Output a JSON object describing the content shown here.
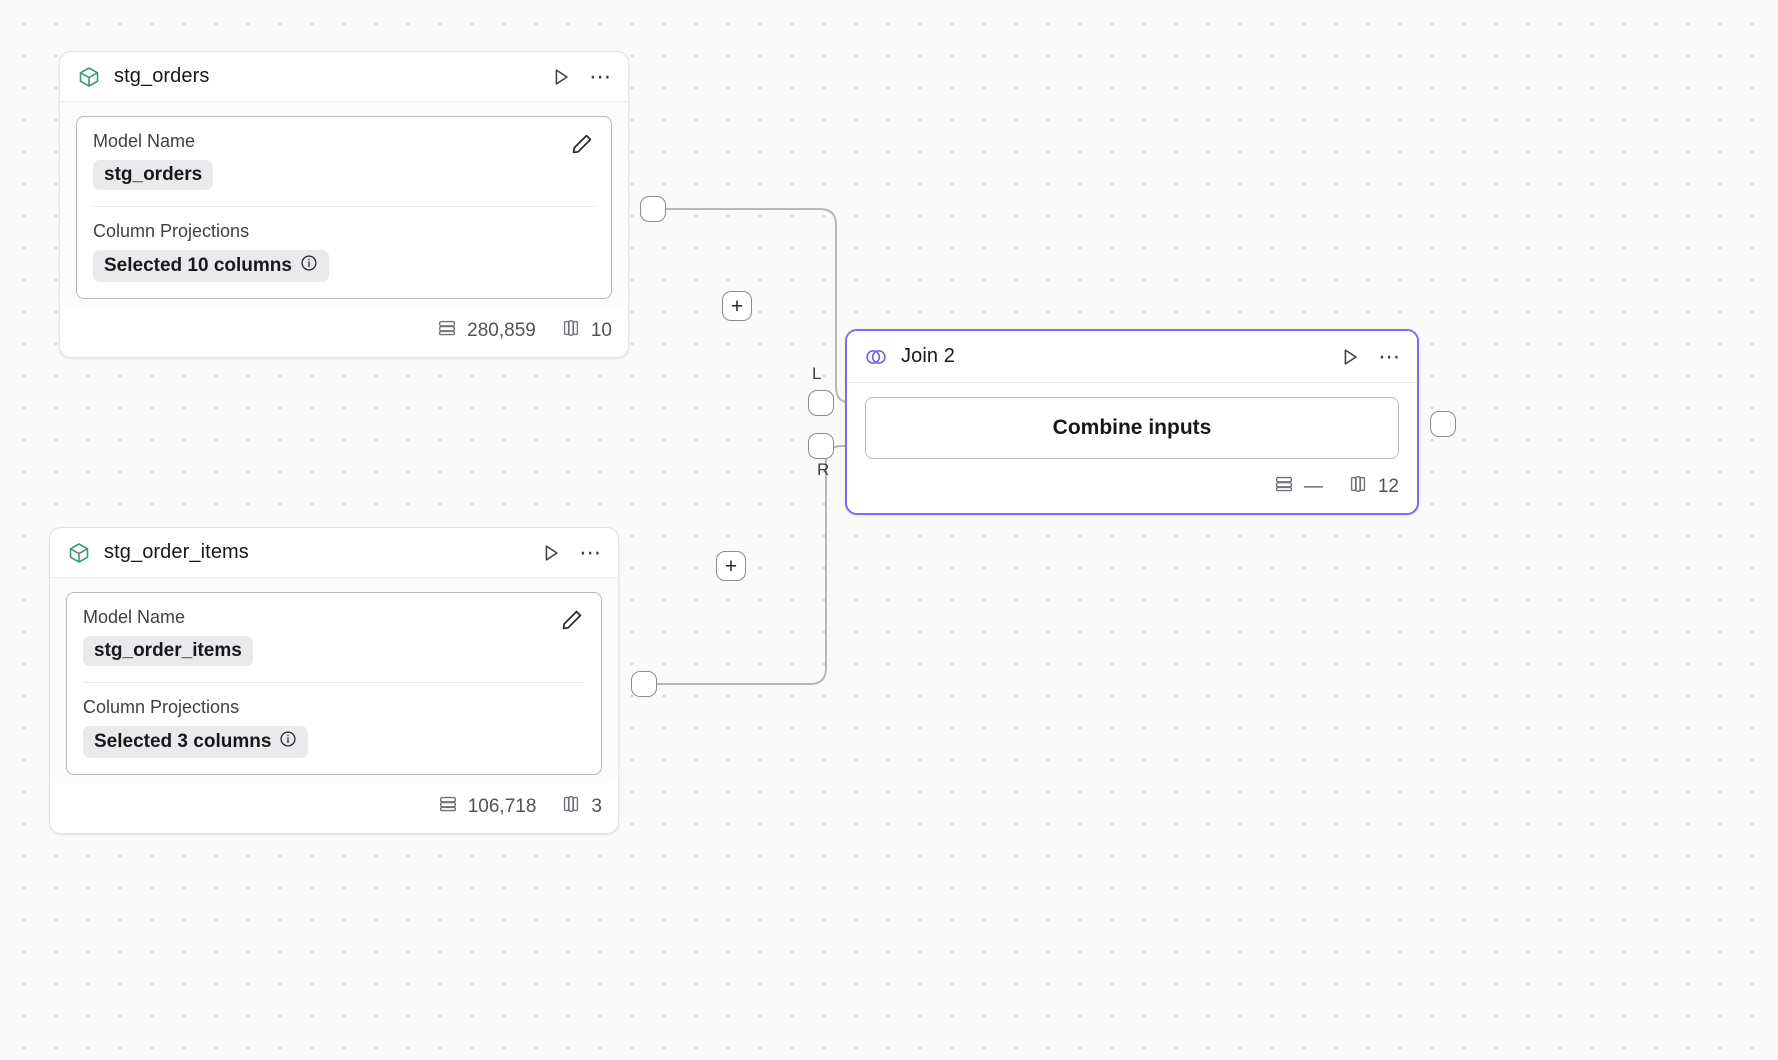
{
  "canvas": {
    "background_color": "#fafafa",
    "dot_color": "#d4d4d8"
  },
  "nodes": [
    {
      "id": "stg_orders",
      "type": "model",
      "icon": "cube-icon",
      "icon_color": "#3d9970",
      "title": "stg_orders",
      "fields": {
        "model_name_label": "Model Name",
        "model_name_value": "stg_orders",
        "column_projections_label": "Column Projections",
        "column_projections_value": "Selected 10 columns"
      },
      "footer": {
        "rows": "280,859",
        "columns": "10"
      },
      "actions": {
        "run": "run-icon",
        "more": "more-options-icon",
        "edit": "edit-pencil-icon",
        "info": "info-icon"
      }
    },
    {
      "id": "stg_order_items",
      "type": "model",
      "icon": "cube-icon",
      "icon_color": "#3d9970",
      "title": "stg_order_items",
      "fields": {
        "model_name_label": "Model Name",
        "model_name_value": "stg_order_items",
        "column_projections_label": "Column Projections",
        "column_projections_value": "Selected 3 columns"
      },
      "footer": {
        "rows": "106,718",
        "columns": "3"
      },
      "actions": {
        "run": "run-icon",
        "more": "more-options-icon",
        "edit": "edit-pencil-icon",
        "info": "info-icon"
      }
    },
    {
      "id": "join_2",
      "type": "join",
      "icon": "venn-join-icon",
      "icon_color": "#6c5ce7",
      "selected": true,
      "border_color": "#7c6cf0",
      "title": "Join 2",
      "fields": {
        "combine_label": "Combine inputs"
      },
      "footer": {
        "rows": "—",
        "columns": "12"
      },
      "ports": {
        "left_label": "L",
        "right_label": "R"
      },
      "actions": {
        "run": "run-icon",
        "more": "more-options-icon"
      }
    }
  ],
  "edge_buttons": {
    "add_label": "+"
  }
}
